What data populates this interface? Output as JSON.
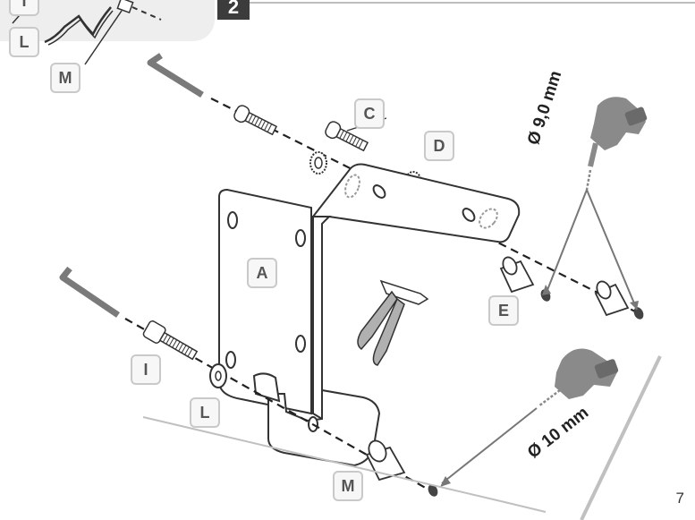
{
  "step": {
    "number": "2"
  },
  "labels": {
    "a": "A",
    "c": "C",
    "d": "D",
    "e": "E",
    "i_top": "I",
    "l_top": "L",
    "m_top": "M",
    "i": "I",
    "l": "L",
    "m": "M"
  },
  "dimensions": {
    "drill_top": "Ø 9,0 mm",
    "drill_bottom": "Ø 10 mm"
  },
  "page": {
    "number": "7"
  },
  "icons": [
    "hex-key-icon",
    "drill-icon",
    "rivet-gun-icon",
    "bolt-icon",
    "washer-icon",
    "rivet-nut-icon"
  ],
  "colors": {
    "line": "#333333",
    "label_border": "#c9c9c9",
    "tool_gray": "#7a7a7a",
    "badge": "#3c3c3c"
  }
}
